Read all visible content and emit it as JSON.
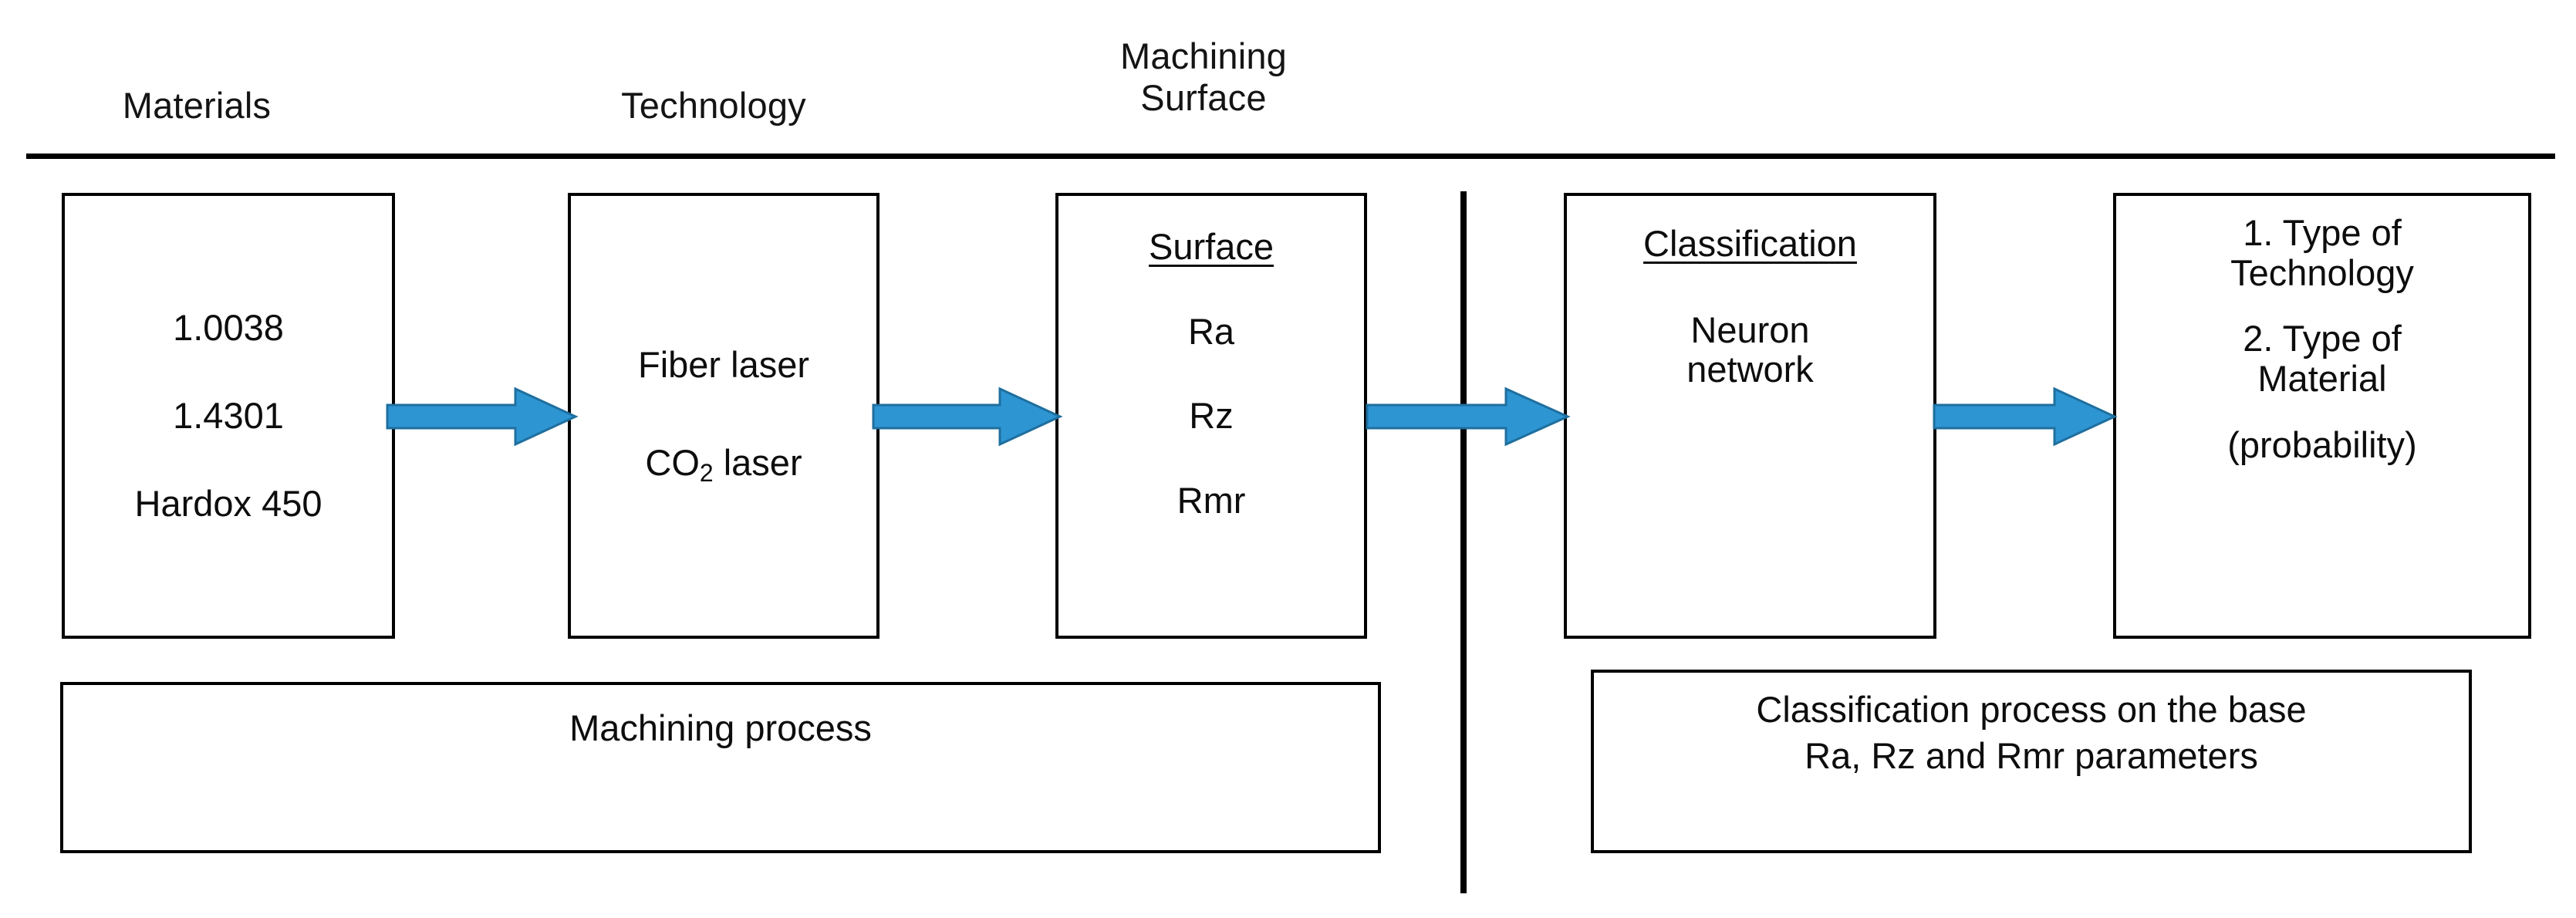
{
  "figure": {
    "kind": "flow-diagram",
    "accent_color": "#2e95d3",
    "line_color": "#000000",
    "background": "#ffffff"
  },
  "captions": [
    {
      "id": "materials",
      "text": "Materials"
    },
    {
      "id": "technology",
      "text": "Technology"
    },
    {
      "id": "machining-surface",
      "text": "Machining\nSurface"
    }
  ],
  "boxes": {
    "materials": {
      "items": [
        "1.0038",
        "1.4301",
        "Hardox 450"
      ]
    },
    "technology": {
      "items": [
        "Fiber laser",
        "CO₂ laser"
      ],
      "co2_prefix": "CO",
      "co2_sub": "2",
      "co2_suffix": " laser"
    },
    "surface": {
      "title": "Surface",
      "items": [
        "Ra",
        "Rz",
        "Rmr"
      ]
    },
    "classification": {
      "title": "Classification",
      "items": [
        "Neuron\nnetwork"
      ]
    },
    "output": {
      "items": [
        "1. Type of\nTechnology",
        "2. Type of\nMaterial",
        "(probability)"
      ]
    }
  },
  "footers": [
    {
      "id": "machining-process",
      "text": "Machining process"
    },
    {
      "id": "classification-process",
      "text": "Classification process on the base\nRa, Rz and Rmr parameters"
    }
  ],
  "arrows": [
    {
      "id": "materials-to-technology"
    },
    {
      "id": "technology-to-surface"
    },
    {
      "id": "surface-to-classification"
    },
    {
      "id": "classification-to-output"
    }
  ]
}
